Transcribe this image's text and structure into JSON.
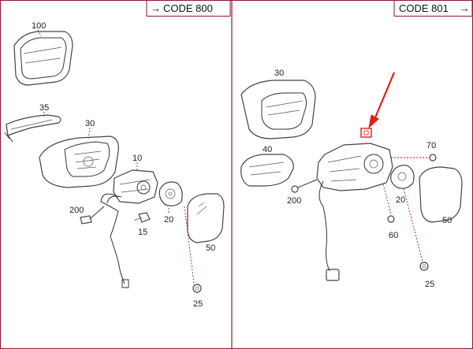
{
  "panels": {
    "left": {
      "code_label": "CODE 800",
      "arrow_glyph": "→",
      "arrow_side": "left"
    },
    "right": {
      "code_label": "CODE 801",
      "arrow_glyph": "→",
      "arrow_side": "right"
    }
  },
  "callouts": {
    "left": {
      "p100": "100",
      "p35": "35",
      "p30": "30",
      "p10": "10",
      "p200": "200",
      "p15": "15",
      "p20": "20",
      "p50": "50",
      "p25": "25"
    },
    "right": {
      "p30": "30",
      "p40": "40",
      "p200": "200",
      "p70": "70",
      "p20": "20",
      "p50": "50",
      "p60": "60",
      "p25": "25"
    }
  },
  "colors": {
    "frame": "#8b1a2b",
    "leader": "#c8102e",
    "highlight": "#e0201a",
    "ink": "#333333"
  }
}
